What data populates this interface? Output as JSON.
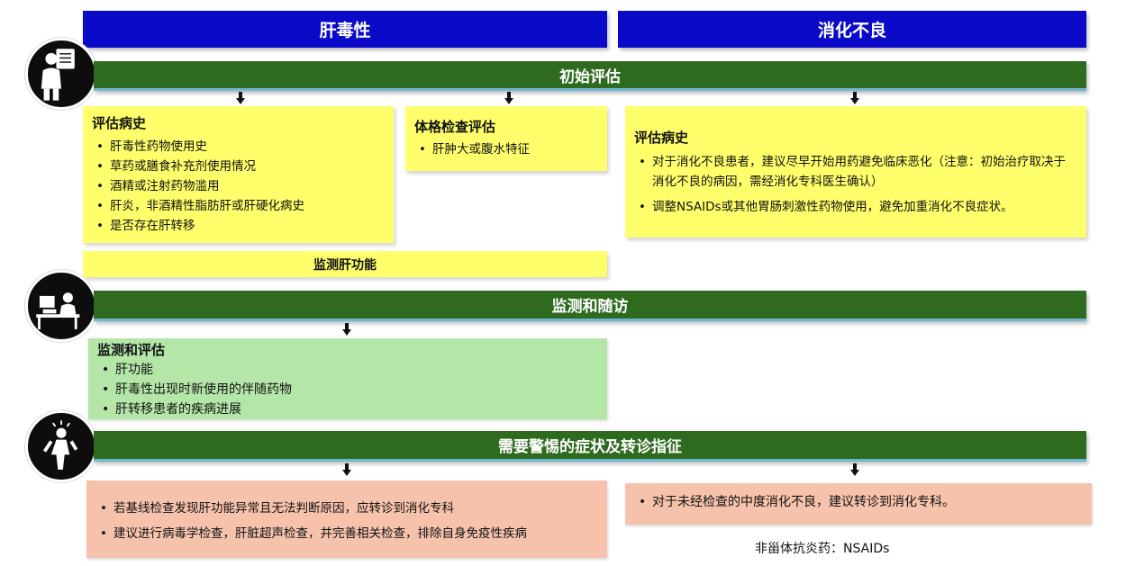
{
  "headers": {
    "left": "肝毒性",
    "right": "消化不良"
  },
  "bars": {
    "initial": "初始评估",
    "monitor": "监测和随访",
    "alert": "需要警惕的症状及转诊指征"
  },
  "hepatotox": {
    "history": {
      "title": "评估病史",
      "items": [
        "肝毒性药物使用史",
        "草药或膳食补充剂使用情况",
        "酒精或注射药物滥用",
        "肝炎，非酒精性脂肪肝或肝硬化病史",
        "是否存在肝转移"
      ]
    },
    "exam": {
      "title": "体格检查评估",
      "items": [
        "肝肿大或腹水特征"
      ]
    },
    "liver_monitor": "监测肝功能",
    "monitor_eval": {
      "title": "监测和评估",
      "items": [
        "肝功能",
        "肝毒性出现时新使用的伴随药物",
        "肝转移患者的疾病进展"
      ]
    },
    "referral": {
      "items": [
        "若基线检查发现肝功能异常且无法判断原因，应转诊到消化专科",
        "建议进行病毒学检查，肝脏超声检查，并完善相关检查，排除自身免疫性疾病"
      ]
    }
  },
  "dyspepsia": {
    "history": {
      "title": "评估病史",
      "items": [
        "对于消化不良患者，建议尽早开始用药避免临床恶化（注意：初始治疗取决于消化不良的病因，需经消化专科医生确认）",
        "调整NSAIDs或其他胃肠刺激性药物使用，避免加重消化不良症状。"
      ]
    },
    "referral": {
      "items": [
        "对于未经检查的中度消化不良，建议转诊到消化专科。"
      ]
    }
  },
  "footnote": "非甾体抗炎药：NSAIDs",
  "icons": [
    "clipboard-person-icon",
    "desk-worker-icon",
    "alert-person-icon"
  ],
  "colors": {
    "header_blue": "#0a0ac8",
    "bar_green": "#2e6b1f",
    "yellow": "#ffff6b",
    "light_green": "#b4e6a8",
    "peach": "#f6c2ac"
  }
}
